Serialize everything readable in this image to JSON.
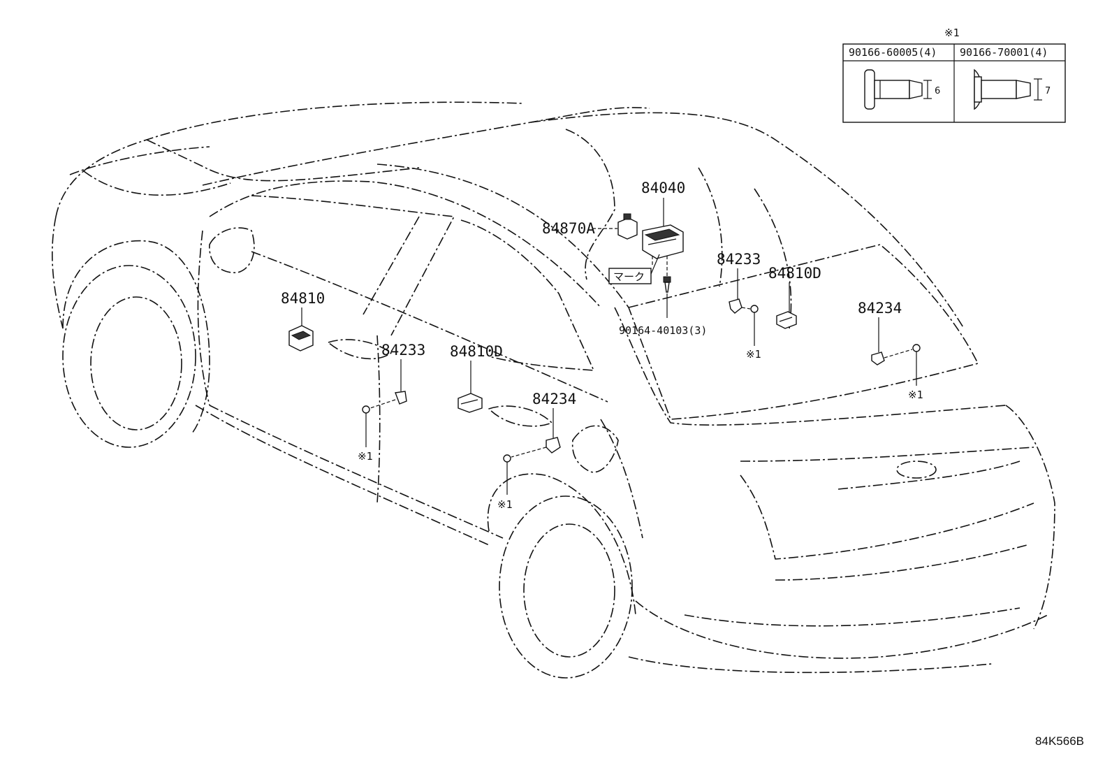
{
  "legend": {
    "note_mark": "※1",
    "items": [
      {
        "part_no": "90166-60005(4)",
        "dimension": "6"
      },
      {
        "part_no": "90166-70001(4)",
        "dimension": "7"
      }
    ]
  },
  "callouts": {
    "c84040": "84040",
    "c84870A": "84870A",
    "c_mark": "マーク",
    "c90164": "90164-40103(3)",
    "c84233_rear": "84233",
    "c84810D_rear": "84810D",
    "c84234_rear": "84234",
    "c84810": "84810",
    "c84233_front": "84233",
    "c84810D_front": "84810D",
    "c84234_front": "84234",
    "n1_a": "※1",
    "n1_b": "※1",
    "n1_c": "※1",
    "n1_d": "※1"
  },
  "diagram_code": "84K566B"
}
